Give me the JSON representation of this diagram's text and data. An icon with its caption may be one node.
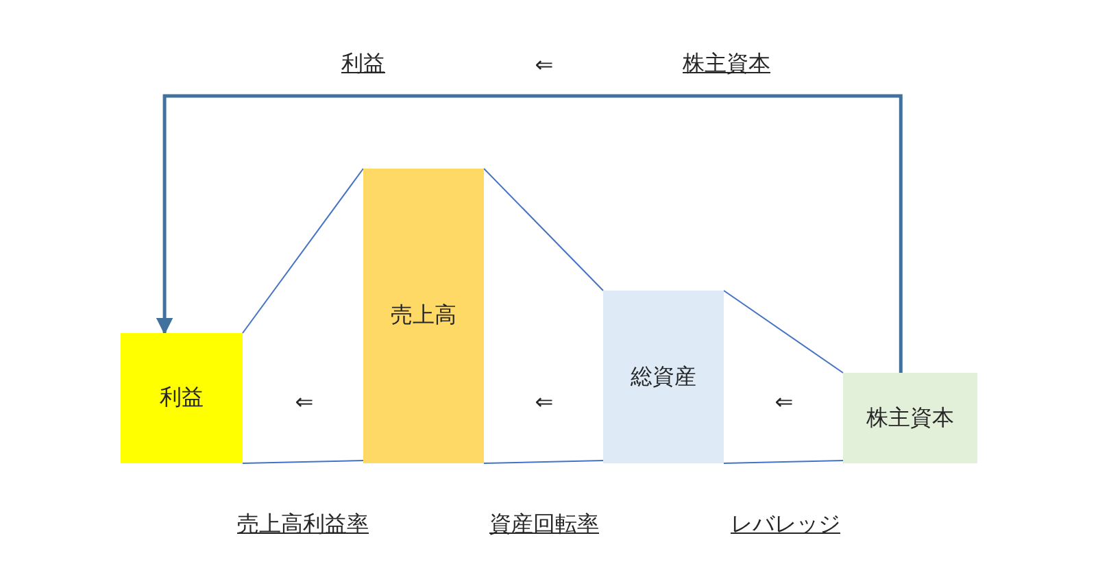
{
  "diagram": {
    "nodes": [
      {
        "text": [
          "利益"
        ]
      },
      {
        "text": [
          "売上高"
        ]
      },
      {
        "text": [
          "総資産"
        ]
      },
      {
        "text": [
          "株主資本"
        ]
      }
    ],
    "edges": [
      {
        "from": 3,
        "to": 0,
        "arrow": "to",
        "style": "thick",
        "color": "#41719c"
      },
      {
        "from": 0,
        "to": 1,
        "arrow": "none"
      },
      {
        "from": 0,
        "to": 1,
        "arrow": "none"
      },
      {
        "from": 1,
        "to": 2,
        "arrow": "none"
      },
      {
        "from": 1,
        "to": 2,
        "arrow": "none"
      },
      {
        "from": 2,
        "to": 3,
        "arrow": "none"
      },
      {
        "from": 2,
        "to": 3,
        "arrow": "none"
      }
    ],
    "labels": [
      "利益",
      "⇐",
      "株主資本",
      "⇐",
      "⇐",
      "⇐",
      "売上高利益率",
      "資産回転率",
      "レバレッジ"
    ]
  }
}
